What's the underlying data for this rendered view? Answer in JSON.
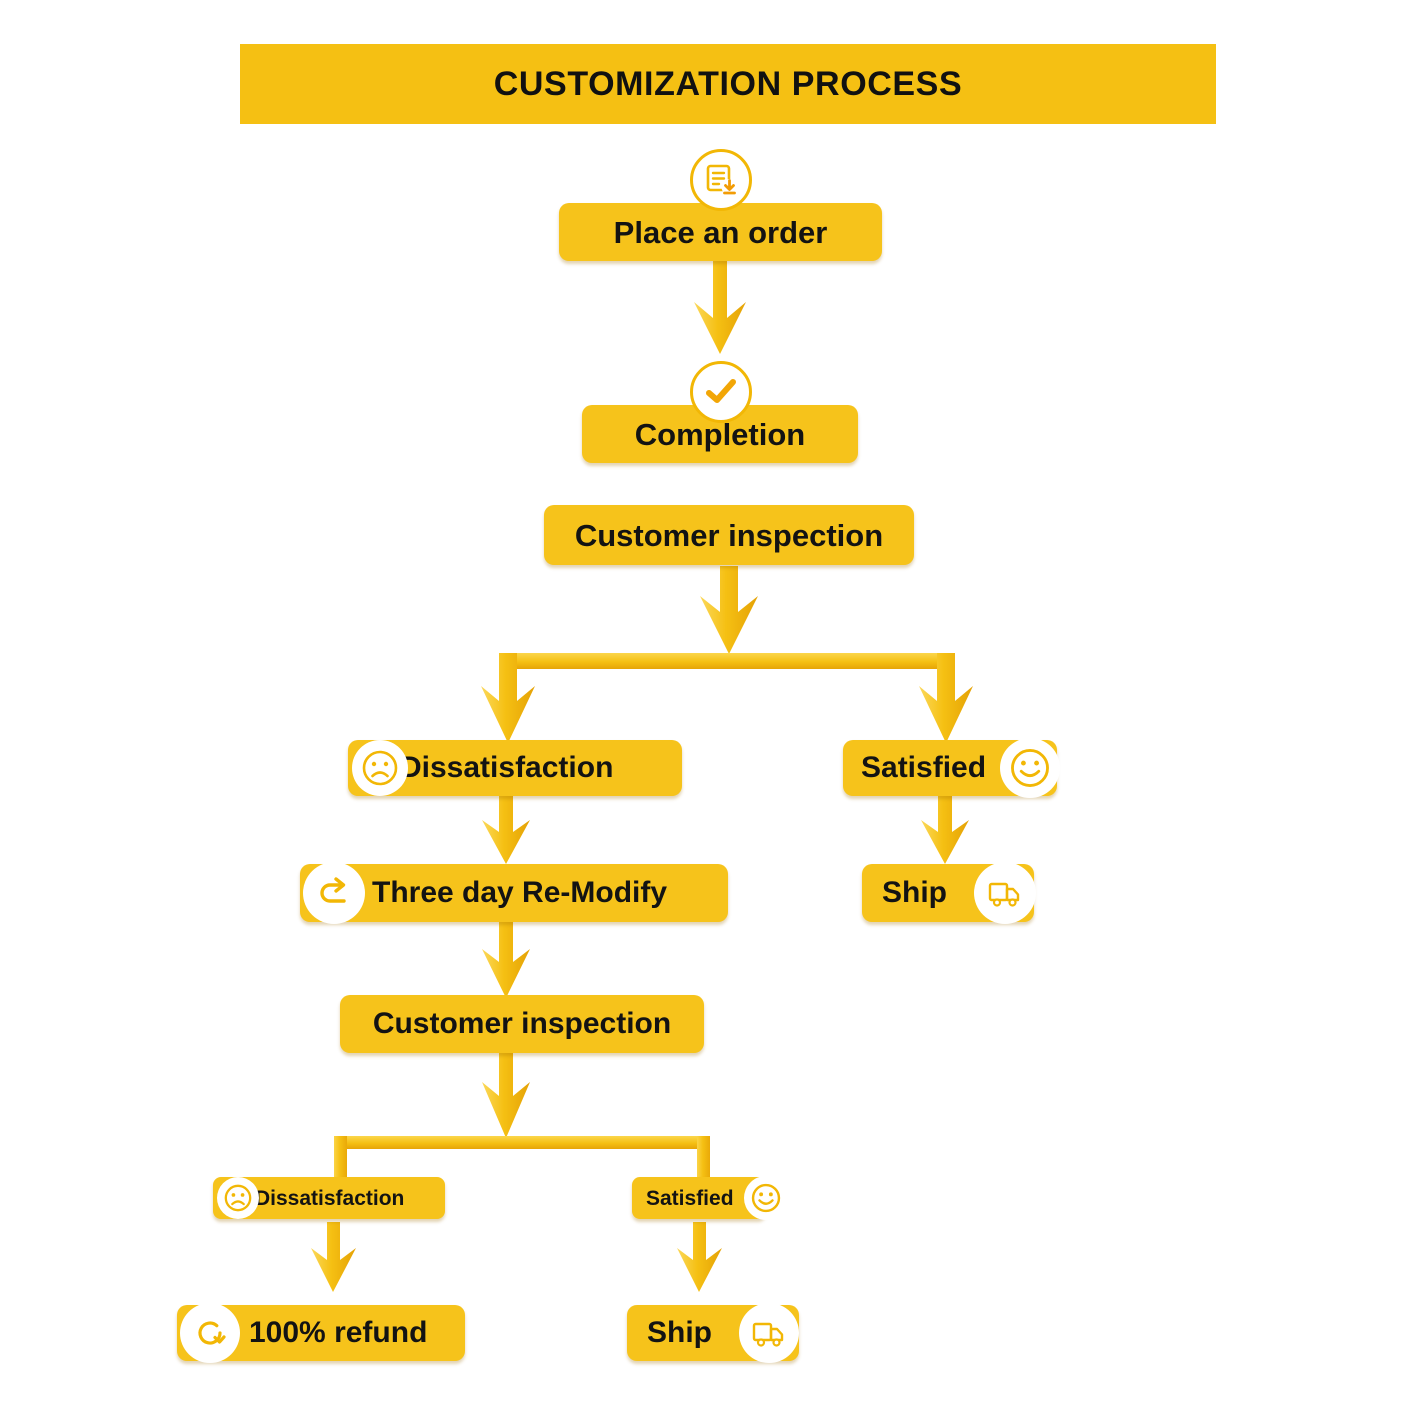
{
  "header": {
    "title": "CUSTOMIZATION PROCESS",
    "banner_color": "#f5c013",
    "title_color": "#111111"
  },
  "theme": {
    "node_fill": "#f6c31b",
    "connector_fill": "#f5c013",
    "connector_light": "#fbd446",
    "connector_dark": "#e9a908",
    "icon_circle_fill": "#ffffff",
    "icon_stroke": "#f2b705",
    "text_color": "#131313",
    "background": "#ffffff"
  },
  "chart_data": {
    "type": "flowchart",
    "title": "CUSTOMIZATION PROCESS",
    "nodes": [
      {
        "id": "place-an-order",
        "label": "Place an order",
        "icon": "document-download-icon",
        "icon_side": "top",
        "size": "large"
      },
      {
        "id": "completion",
        "label": "Completion",
        "icon": "check-mark-icon",
        "icon_side": "top",
        "size": "large"
      },
      {
        "id": "customer-inspection-1",
        "label": "Customer inspection",
        "icon": null,
        "icon_side": "none",
        "size": "large"
      },
      {
        "id": "dissatisfaction-1",
        "label": "Dissatisfaction",
        "icon": "sad-face-icon",
        "icon_side": "left",
        "size": "large"
      },
      {
        "id": "satisfied-1",
        "label": "Satisfied",
        "icon": "smiley-face-icon",
        "icon_side": "right",
        "size": "large"
      },
      {
        "id": "three-day-re-modify",
        "label": "Three day Re-Modify",
        "icon": "redo-arrow-icon",
        "icon_side": "left",
        "size": "large"
      },
      {
        "id": "ship-1",
        "label": "Ship",
        "icon": "delivery-truck-icon",
        "icon_side": "right",
        "size": "large"
      },
      {
        "id": "customer-inspection-2",
        "label": "Customer inspection",
        "icon": null,
        "icon_side": "none",
        "size": "large"
      },
      {
        "id": "dissatisfaction-2",
        "label": "Dissatisfaction",
        "icon": "sad-face-icon",
        "icon_side": "left",
        "size": "small"
      },
      {
        "id": "satisfied-2",
        "label": "Satisfied",
        "icon": "smiley-face-icon",
        "icon_side": "right",
        "size": "small"
      },
      {
        "id": "refund",
        "label": "100% refund",
        "icon": "refund-circle-icon",
        "icon_side": "left",
        "size": "large"
      },
      {
        "id": "ship-2",
        "label": "Ship",
        "icon": "delivery-truck-icon",
        "icon_side": "right",
        "size": "large"
      }
    ],
    "edges": [
      {
        "from": "place-an-order",
        "to": "completion",
        "style": "arrow"
      },
      {
        "from": "completion",
        "to": "customer-inspection-1",
        "style": "adjacent"
      },
      {
        "from": "customer-inspection-1",
        "to": "branch-1",
        "style": "arrow"
      },
      {
        "from": "branch-1",
        "to": "dissatisfaction-1",
        "style": "arrow"
      },
      {
        "from": "branch-1",
        "to": "satisfied-1",
        "style": "arrow"
      },
      {
        "from": "dissatisfaction-1",
        "to": "three-day-re-modify",
        "style": "arrow"
      },
      {
        "from": "satisfied-1",
        "to": "ship-1",
        "style": "arrow"
      },
      {
        "from": "three-day-re-modify",
        "to": "customer-inspection-2",
        "style": "arrow"
      },
      {
        "from": "customer-inspection-2",
        "to": "branch-2",
        "style": "arrow"
      },
      {
        "from": "branch-2",
        "to": "dissatisfaction-2",
        "style": "line"
      },
      {
        "from": "branch-2",
        "to": "satisfied-2",
        "style": "line"
      },
      {
        "from": "dissatisfaction-2",
        "to": "refund",
        "style": "arrow"
      },
      {
        "from": "satisfied-2",
        "to": "ship-2",
        "style": "arrow"
      }
    ]
  },
  "nodes": {
    "place_an_order": "Place an order",
    "completion": "Completion",
    "customer_inspection_1": "Customer inspection",
    "dissatisfaction_1": "Dissatisfaction",
    "satisfied_1": "Satisfied",
    "three_day_re_modify": "Three day Re-Modify",
    "ship_1": "Ship",
    "customer_inspection_2": "Customer inspection",
    "dissatisfaction_2": "Dissatisfaction",
    "satisfied_2": "Satisfied",
    "refund": "100% refund",
    "ship_2": "Ship"
  }
}
